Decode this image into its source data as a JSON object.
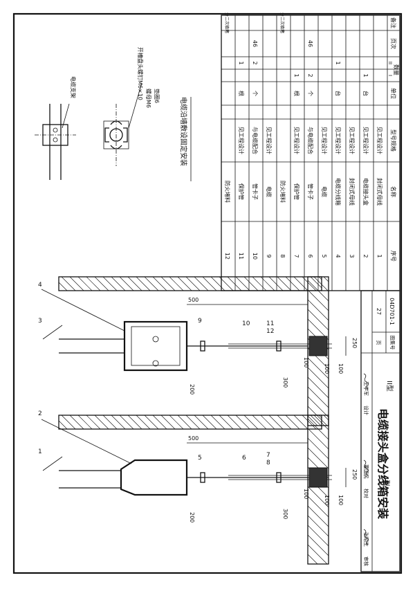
{
  "drawing": {
    "title": "电缆接头盒分线箱安装",
    "atlas_no_label": "图集号",
    "atlas_no": "04D701-1",
    "page_label": "页",
    "page_no": "27",
    "signoff": {
      "review_label": "审核",
      "review_name": "张昭生",
      "check_label": "校对",
      "check_name": "董国民",
      "design_label": "设计",
      "design_name": "王学军"
    }
  },
  "table": {
    "headers": {
      "seq": "序号",
      "name": "名称",
      "spec": "型号规格",
      "unit": "单位",
      "qty": "数量",
      "qty_i": "I",
      "qty_ii": "II",
      "page": "页次",
      "note": "备注"
    },
    "rows": [
      {
        "seq": "1",
        "name": "封闭式母线",
        "spec": "见工程设计",
        "unit": "",
        "qty_i": "",
        "qty_ii": "",
        "page": "",
        "note": ""
      },
      {
        "seq": "2",
        "name": "电缆接头盒",
        "spec": "见工程设计",
        "unit": "台",
        "qty_i": "1",
        "qty_ii": "",
        "page": "",
        "note": ""
      },
      {
        "seq": "3",
        "name": "封闭式母线",
        "spec": "见工程设计",
        "unit": "",
        "qty_i": "",
        "qty_ii": "",
        "page": "",
        "note": ""
      },
      {
        "seq": "4",
        "name": "电缆分线箱",
        "spec": "见工程设计",
        "unit": "台",
        "qty_i": "",
        "qty_ii": "1",
        "page": "",
        "note": ""
      },
      {
        "seq": "5",
        "name": "电缆",
        "spec": "见工程设计",
        "unit": "",
        "qty_i": "",
        "qty_ii": "",
        "page": "",
        "note": ""
      },
      {
        "seq": "6",
        "name": "管卡子",
        "spec": "与电缆配合",
        "unit": "个",
        "qty_i": "2",
        "qty_ii": "",
        "page": "46",
        "note": ""
      },
      {
        "seq": "7",
        "name": "保护管",
        "spec": "见工程设计",
        "unit": "根",
        "qty_i": "1",
        "qty_ii": "",
        "page": "",
        "note": ""
      },
      {
        "seq": "8",
        "name": "防火堵料",
        "spec": "",
        "unit": "",
        "qty_i": "",
        "qty_ii": "",
        "page": "",
        "note": "分二次填堵"
      },
      {
        "seq": "9",
        "name": "电缆",
        "spec": "见工程设计",
        "unit": "",
        "qty_i": "",
        "qty_ii": "",
        "page": "",
        "note": ""
      },
      {
        "seq": "10",
        "name": "管卡子",
        "spec": "与电缆配合",
        "unit": "个",
        "qty_i": "",
        "qty_ii": "2",
        "page": "46",
        "note": ""
      },
      {
        "seq": "11",
        "name": "保护管",
        "spec": "见工程设计",
        "unit": "根",
        "qty_i": "",
        "qty_ii": "1",
        "page": "",
        "note": ""
      },
      {
        "seq": "12",
        "name": "防火堵料",
        "spec": "",
        "unit": "",
        "qty_i": "",
        "qty_ii": "",
        "page": "",
        "note": "分二次填堵"
      }
    ]
  },
  "detail": {
    "title": "电缆沿墙敷设固定安装",
    "labels": [
      "开槽盘头螺钉M6×10",
      "螺母M6",
      "垫圈6",
      "电缆支架"
    ]
  },
  "views": {
    "type_i": "I型",
    "type_ii": "II型",
    "dims": [
      "500",
      "250",
      "300",
      "200",
      "100",
      "100",
      "100"
    ],
    "callouts_i": [
      "1",
      "2",
      "5",
      "6",
      "7",
      "8"
    ],
    "callouts_ii": [
      "3",
      "4",
      "9",
      "10",
      "11",
      "12"
    ]
  }
}
